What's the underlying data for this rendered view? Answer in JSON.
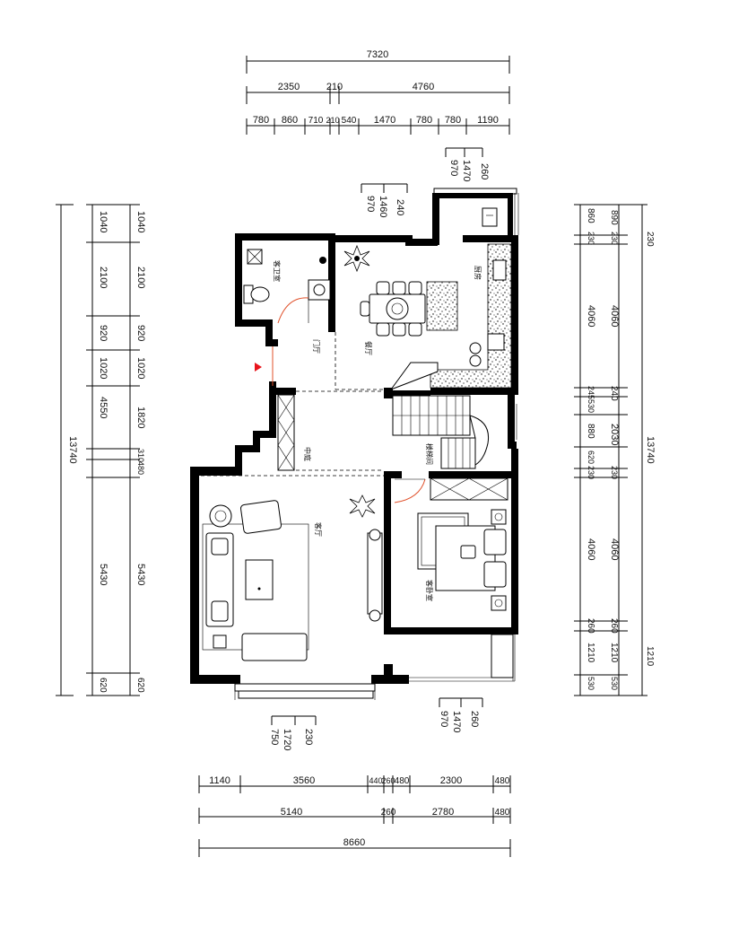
{
  "dimensions": {
    "top_total": "7320",
    "top_mid": [
      "2350",
      "210",
      "4760"
    ],
    "top_detail": [
      "780",
      "860",
      "710",
      "210",
      "540",
      "1470",
      "780",
      "780",
      "1190"
    ],
    "top_balcony_a": [
      "970",
      "1470",
      "260"
    ],
    "top_balcony_b": [
      "970",
      "1460",
      "240"
    ],
    "left_outer_total": "13740",
    "left_outer": [
      "1040",
      "2100",
      "920",
      "1020",
      "4550",
      "1820",
      "310",
      "480",
      "5430",
      "620"
    ],
    "left_inner": [
      "1040",
      "2100",
      "920",
      "1020",
      "1820",
      "310",
      "480",
      "5430",
      "620"
    ],
    "right_inner": [
      "860",
      "230",
      "4060",
      "245",
      "530",
      "880",
      "620",
      "230",
      "4060",
      "260",
      "1210",
      "530"
    ],
    "right_mid": [
      "890",
      "230",
      "4060",
      "240",
      "2030",
      "230",
      "4060",
      "260",
      "1210",
      "530"
    ],
    "right_outer_total": "13740",
    "right_outer": [
      "230",
      "1210"
    ],
    "bottom_balcony_a": [
      "750",
      "1720",
      "230"
    ],
    "bottom_balcony_b": [
      "970",
      "1470",
      "260"
    ],
    "bottom_detail": [
      "1140",
      "3560",
      "440",
      "260",
      "480",
      "2300",
      "480"
    ],
    "bottom_mid": [
      "5140",
      "260",
      "2780",
      "480"
    ],
    "bottom_total": "8660"
  },
  "rooms": {
    "guest_bath": "客卫室",
    "dining": "餐厅",
    "kitchen": "厨房",
    "foyer": "门厅",
    "courtyard": "中庭",
    "living": "客厅",
    "stairwell": "楼梯间",
    "guest_bedroom": "客卧室"
  },
  "colors": {
    "wall": "#000000",
    "entry_arrow": "#e8141c",
    "door_swing": "#e0502a"
  }
}
